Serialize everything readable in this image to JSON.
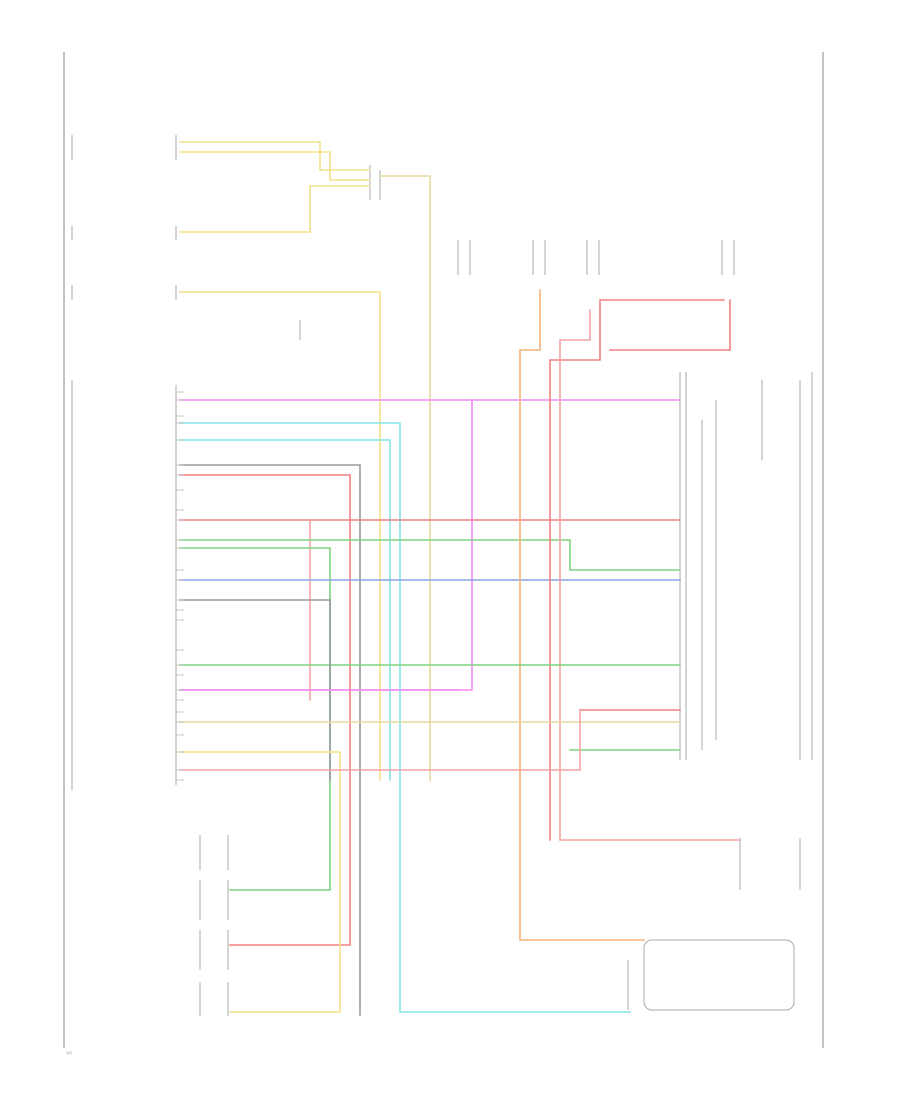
{
  "diagram": {
    "page_number": "1/1",
    "colors": {
      "yellow": "#f4e08a",
      "pink": "#f4a3a3",
      "red": "#f28080",
      "green": "#7fd47f",
      "blue": "#8aa3e6",
      "cyan": "#86e3e8",
      "magenta": "#f28cf2",
      "orange": "#f4b27a",
      "gray": "#9a9a9a",
      "tan": "#e8d8a0"
    },
    "wires": [
      {
        "name": "yellow-top-1",
        "color": "yellow"
      },
      {
        "name": "yellow-top-2",
        "color": "yellow"
      },
      {
        "name": "yellow-top-3",
        "color": "yellow"
      },
      {
        "name": "yellow-mid",
        "color": "yellow"
      },
      {
        "name": "tan-long",
        "color": "tan"
      },
      {
        "name": "magenta-1",
        "color": "magenta"
      },
      {
        "name": "magenta-2",
        "color": "magenta"
      },
      {
        "name": "cyan-1",
        "color": "cyan"
      },
      {
        "name": "cyan-2",
        "color": "cyan"
      },
      {
        "name": "gray-1",
        "color": "gray"
      },
      {
        "name": "red-1",
        "color": "red"
      },
      {
        "name": "red-2",
        "color": "red"
      },
      {
        "name": "pink-1",
        "color": "pink"
      },
      {
        "name": "green-1",
        "color": "green"
      },
      {
        "name": "green-2",
        "color": "green"
      },
      {
        "name": "blue-1",
        "color": "blue"
      },
      {
        "name": "orange-1",
        "color": "orange"
      },
      {
        "name": "red-3",
        "color": "red"
      },
      {
        "name": "pink-2",
        "color": "pink"
      },
      {
        "name": "red-4",
        "color": "red"
      },
      {
        "name": "green-3",
        "color": "green"
      },
      {
        "name": "gray-2",
        "color": "gray"
      },
      {
        "name": "magenta-3",
        "color": "magenta"
      },
      {
        "name": "red-5",
        "color": "red"
      },
      {
        "name": "tan-2",
        "color": "tan"
      },
      {
        "name": "green-4",
        "color": "green"
      },
      {
        "name": "yellow-bottom",
        "color": "yellow"
      },
      {
        "name": "pink-3",
        "color": "pink"
      }
    ]
  }
}
